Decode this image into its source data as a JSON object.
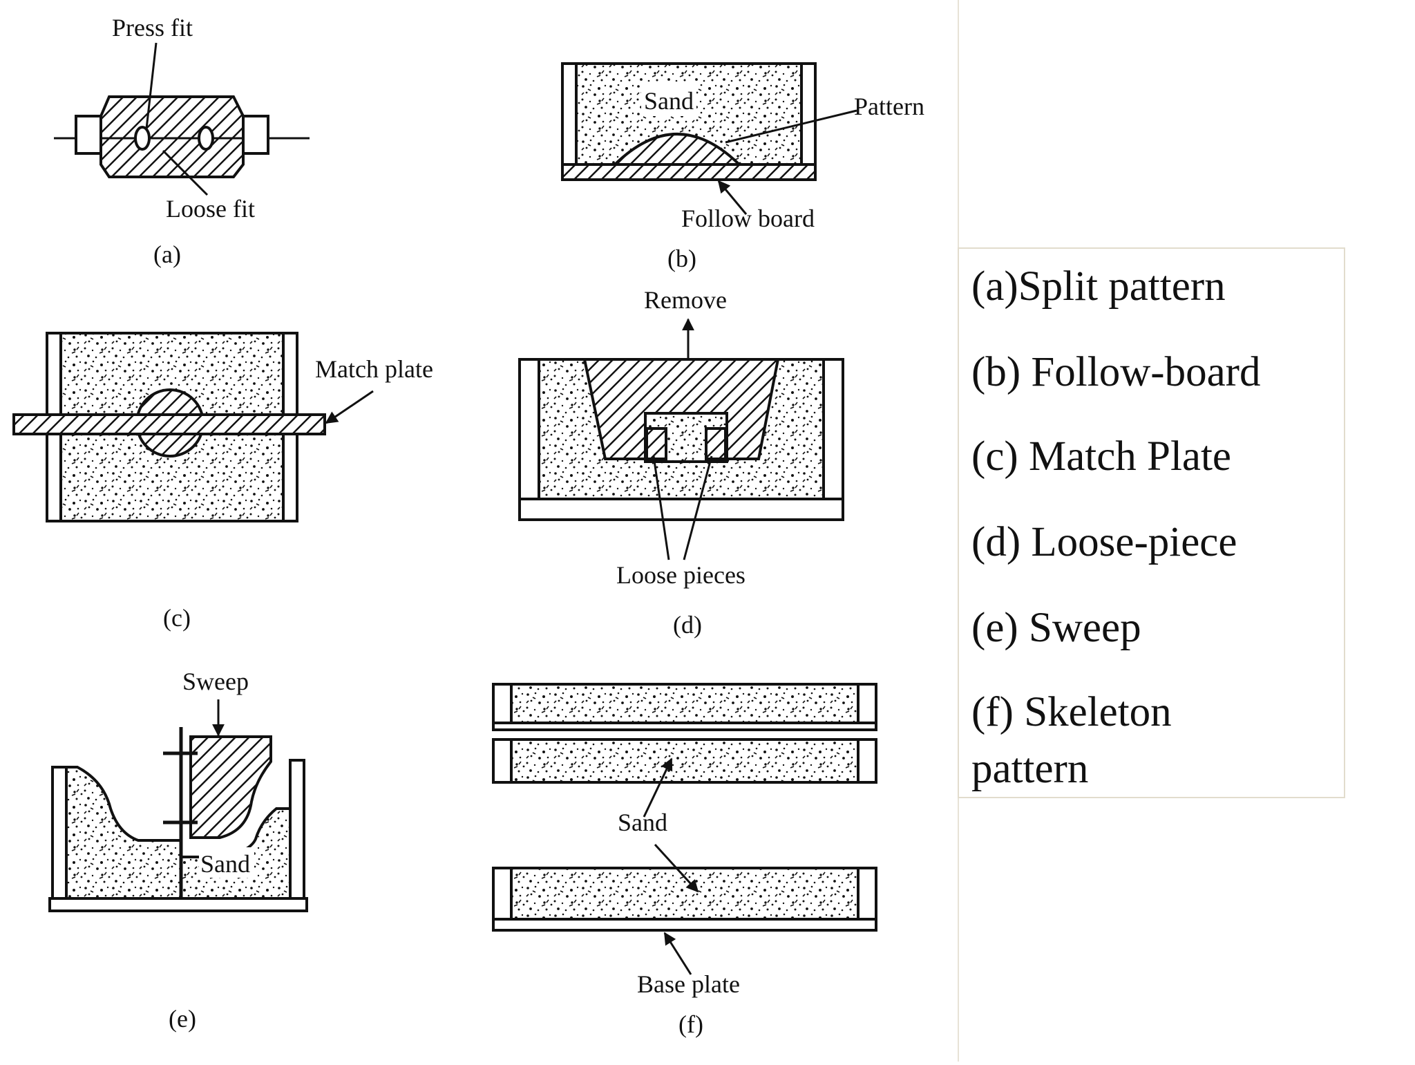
{
  "labels": {
    "a_press_fit": "Press fit",
    "a_loose_fit": "Loose fit",
    "b_sand": "Sand",
    "b_pattern": "Pattern",
    "b_follow_board": "Follow board",
    "c_match_plate": "Match plate",
    "d_remove": "Remove",
    "d_loose_pieces": "Loose pieces",
    "e_sweep": "Sweep",
    "e_sand": "Sand",
    "f_sand": "Sand",
    "f_base_plate": "Base plate"
  },
  "captions": {
    "a": "(a)",
    "b": "(b)",
    "c": "(c)",
    "d": "(d)",
    "e": "(e)",
    "f": "(f)"
  },
  "legend": {
    "a": "(a)Split pattern",
    "b": "(b) Follow-board",
    "c": "(c) Match Plate",
    "d": "(d) Loose-piece",
    "e": "(e) Sweep",
    "f_line1": "(f) Skeleton",
    "f_line2": "pattern"
  }
}
